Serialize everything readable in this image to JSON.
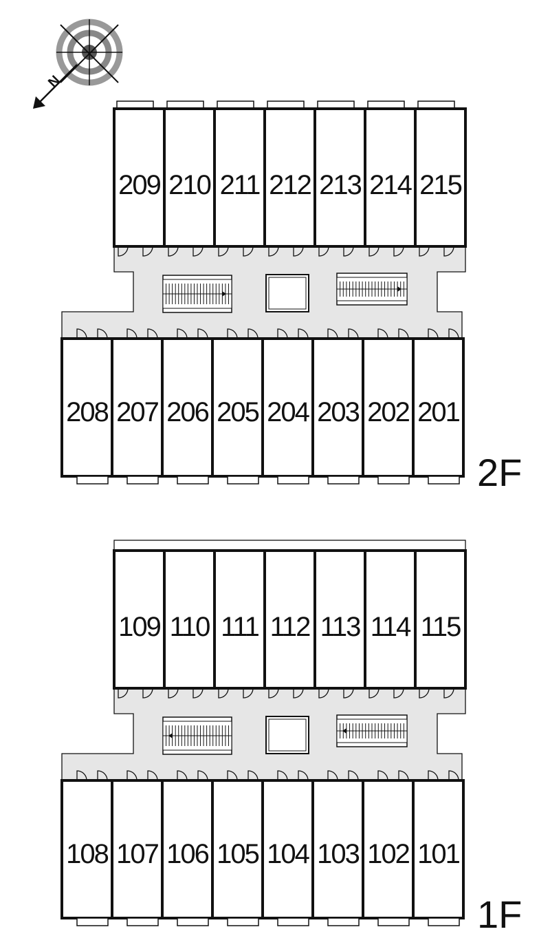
{
  "compass": {
    "north_label": "N",
    "icon": "compass-rose-icon"
  },
  "floors": [
    {
      "id": "2F",
      "label": "2F",
      "upper_rooms": [
        "209",
        "210",
        "211",
        "212",
        "213",
        "214",
        "215"
      ],
      "lower_rooms": [
        "208",
        "207",
        "206",
        "205",
        "204",
        "203",
        "202",
        "201"
      ]
    },
    {
      "id": "1F",
      "label": "1F",
      "upper_rooms": [
        "109",
        "110",
        "111",
        "112",
        "113",
        "114",
        "115"
      ],
      "lower_rooms": [
        "108",
        "107",
        "106",
        "105",
        "104",
        "103",
        "102",
        "101"
      ]
    }
  ],
  "colors": {
    "corridor": "#e6e6e6",
    "wall": "#111111",
    "background": "#ffffff"
  }
}
